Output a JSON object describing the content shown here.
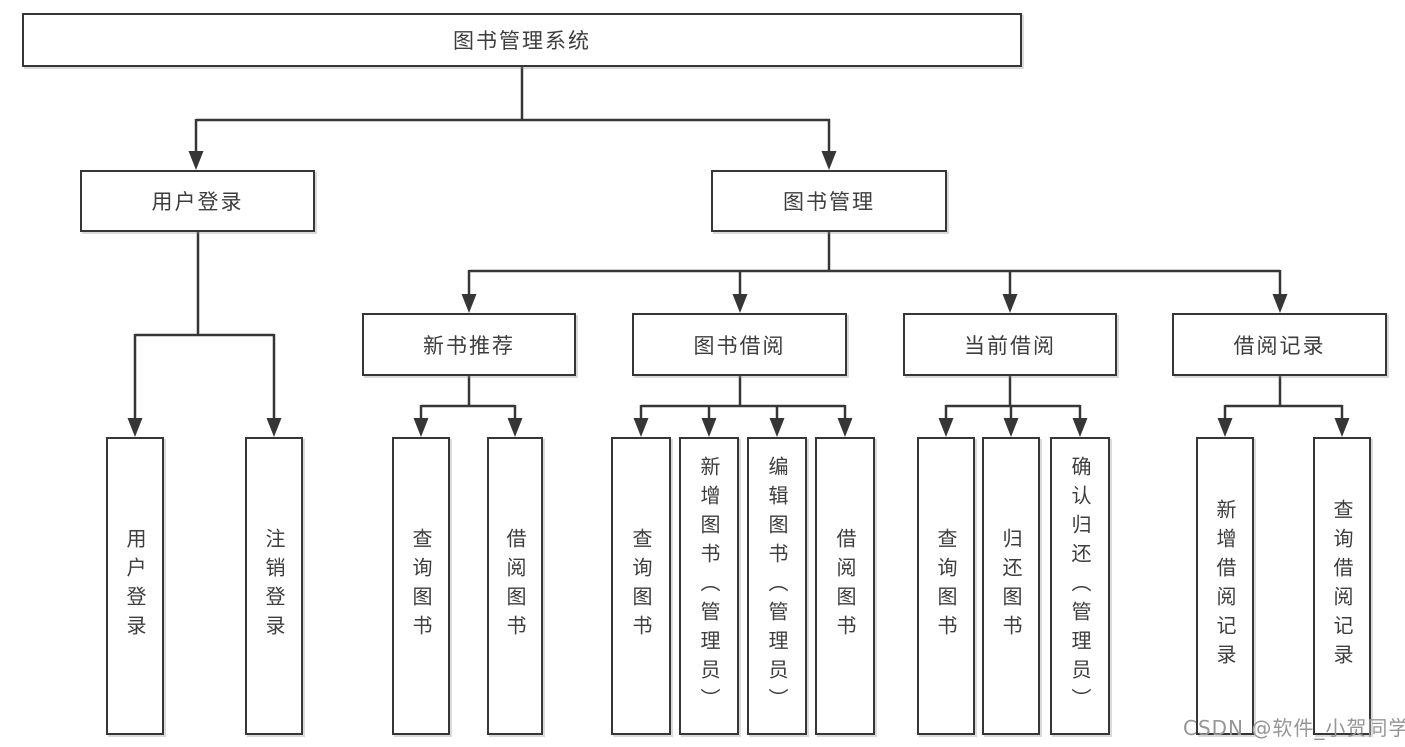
{
  "diagram": {
    "root": {
      "label": "图书管理系统"
    },
    "branches": [
      {
        "label": "用户登录",
        "children": [
          {
            "label": "用户登录"
          },
          {
            "label": "注销登录"
          }
        ]
      },
      {
        "label": "图书管理",
        "sections": [
          {
            "label": "新书推荐",
            "children": [
              {
                "label": "查询图书"
              },
              {
                "label": "借阅图书"
              }
            ]
          },
          {
            "label": "图书借阅",
            "children": [
              {
                "label": "查询图书"
              },
              {
                "label": "新增图书（管理员）"
              },
              {
                "label": "编辑图书（管理员）"
              },
              {
                "label": "借阅图书"
              }
            ]
          },
          {
            "label": "当前借阅",
            "children": [
              {
                "label": "查询图书"
              },
              {
                "label": "归还图书"
              },
              {
                "label": "确认归还（管理员）"
              }
            ]
          },
          {
            "label": "借阅记录",
            "children": [
              {
                "label": "新增借阅记录"
              },
              {
                "label": "查询借阅记录"
              }
            ]
          }
        ]
      }
    ]
  },
  "colors": {
    "line": "#363636",
    "text": "#3d3d3d",
    "watermark": "#969696"
  },
  "watermark": {
    "text": "CSDN @软件_小贺同学"
  }
}
